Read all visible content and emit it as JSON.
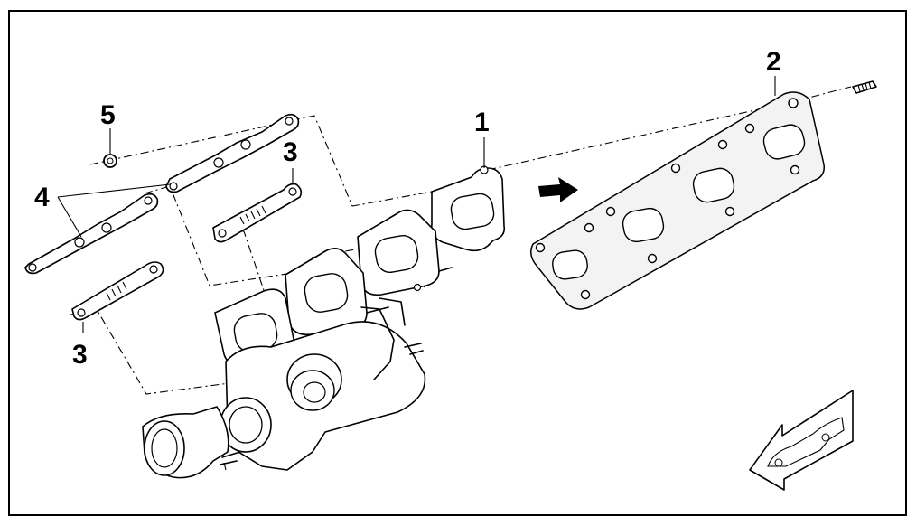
{
  "figure": {
    "callouts": {
      "manifold": "1",
      "gasket": "2",
      "heat_shield_upper": "3",
      "heat_shield_lower": "3",
      "turbo_gasket": "4",
      "nut": "5"
    }
  },
  "colors": {
    "line": "#000000",
    "background": "#ffffff"
  },
  "icons": [
    "arrow-right-icon",
    "vehicle-direction-icon"
  ]
}
